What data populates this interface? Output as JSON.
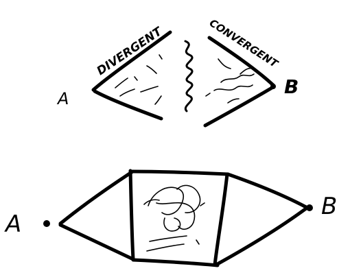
{
  "top_sketch": {
    "label_divergent": "DIVERGENT",
    "label_convergent": "CONVERGENT",
    "label_start": "A",
    "label_end": "B"
  },
  "bottom_sketch": {
    "label_start": "A",
    "label_end": "B"
  },
  "colors": {
    "ink": "#000000",
    "background": "#ffffff"
  }
}
